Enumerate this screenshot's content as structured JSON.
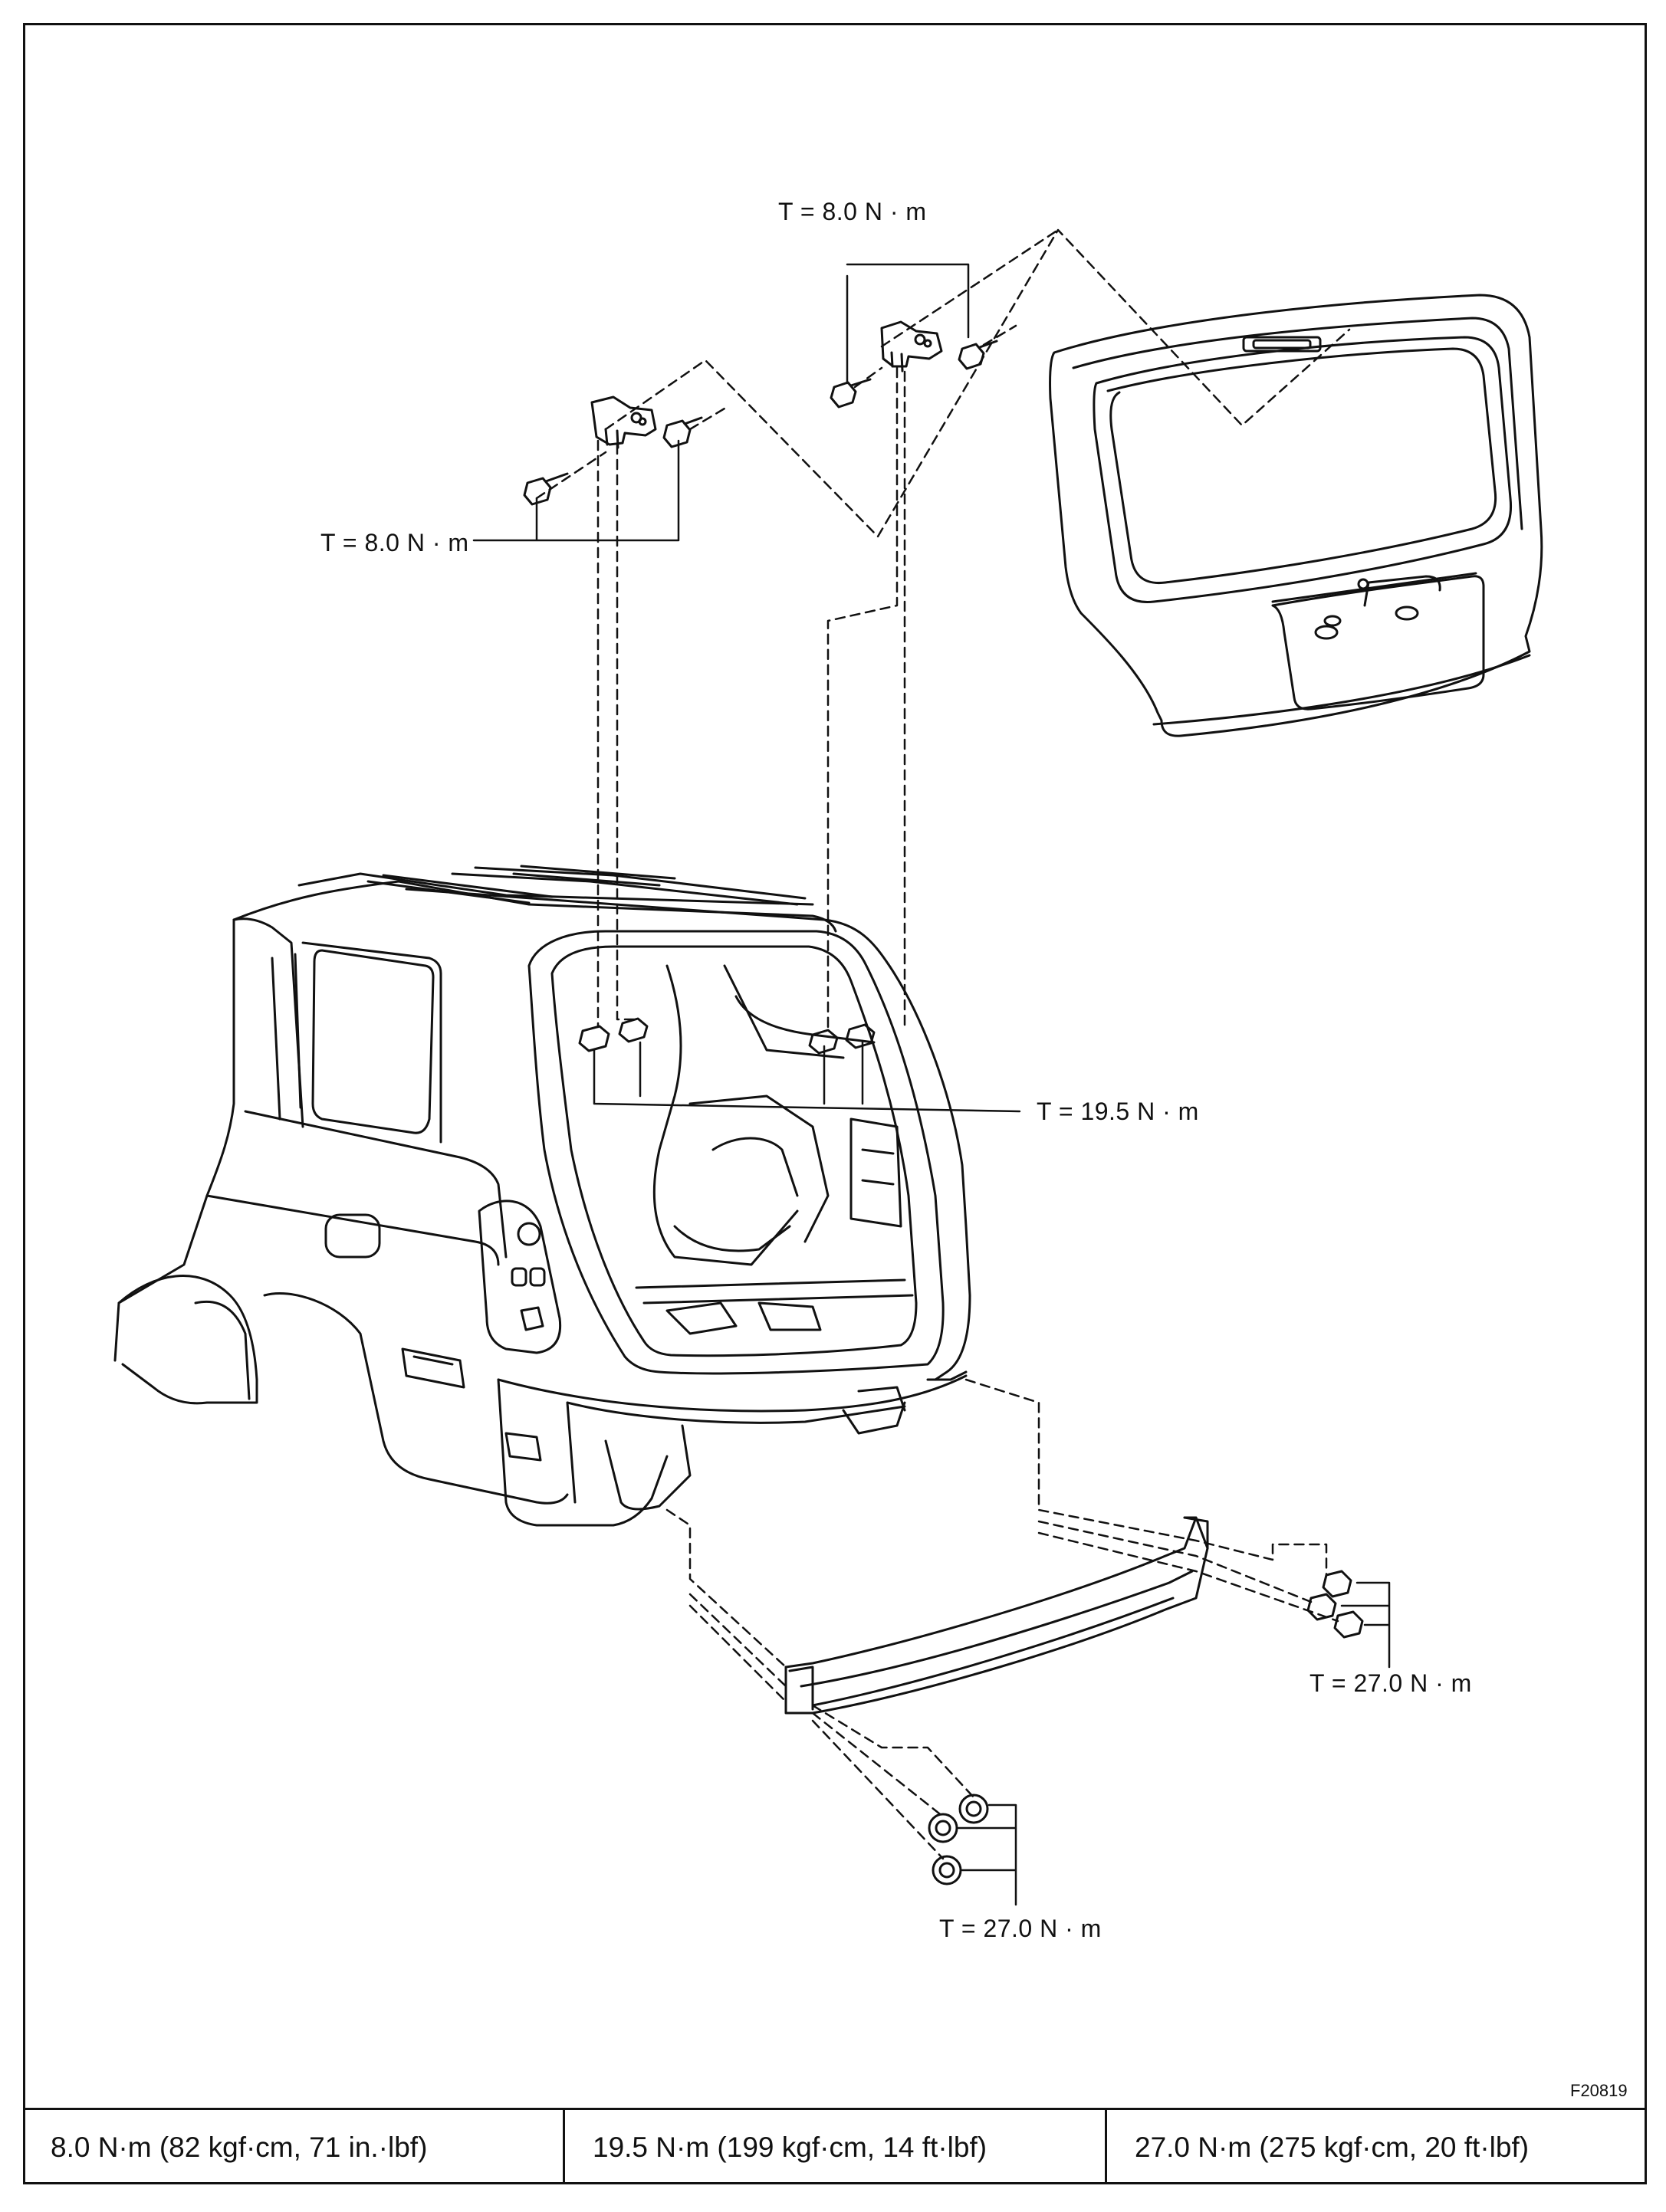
{
  "figure_id": "F20819",
  "labels": {
    "hinge_upper_torque": "T = 8.0 N · m",
    "hinge_lower_torque": "T = 8.0 N · m",
    "body_hinge_torque": "T = 19.5 N · m",
    "reinforcement_right_torque": "T = 27.0 N · m",
    "reinforcement_left_torque": "T = 27.0 N · m"
  },
  "torque_table": [
    {
      "value": "8.0 N·m (82 kgf·cm, 71 in.·lbf)"
    },
    {
      "value": "19.5 N·m (199 kgf·cm, 14 ft·lbf)"
    },
    {
      "value": "27.0 N·m (275 kgf·cm, 20 ft·lbf)"
    }
  ]
}
